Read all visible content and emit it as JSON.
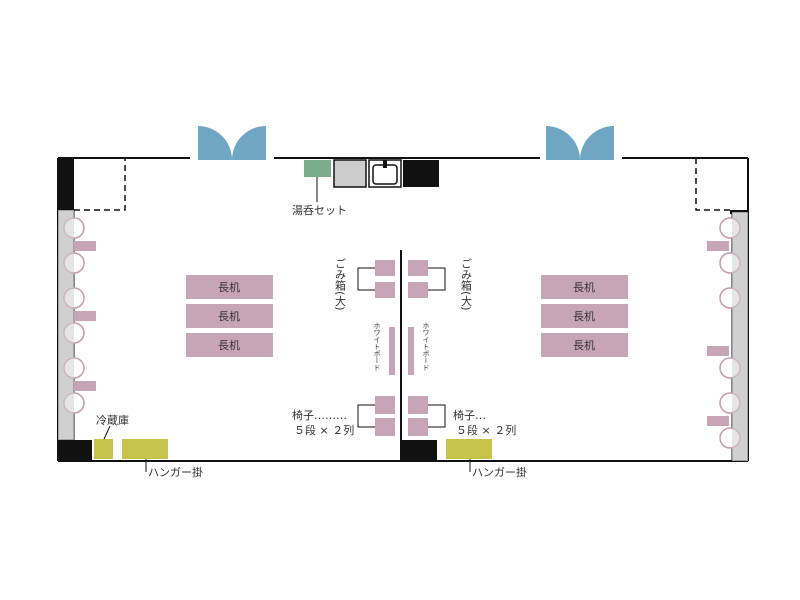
{
  "colors": {
    "wall": "#111111",
    "door": "#6fa6c4",
    "furniture": "#c7a5b6",
    "yellow": "#c8c34b",
    "green": "#7aab8a",
    "gray_block": "#cccccc",
    "side_strip": "#d0d0d0",
    "chair_outline": "#c79aac"
  },
  "labels": {
    "tea_set": "湯呑セット",
    "long_table": "長机",
    "trash_box": "ごみ箱(大)",
    "whiteboard": "ホワイトボード",
    "chairs_left_1": "椅子………",
    "chairs_left_2": "５段 × ２列",
    "chairs_right_1": "椅子…",
    "chairs_right_2": "５段 × ２列",
    "fridge": "冷蔵庫",
    "hanger": "ハンガー掛"
  }
}
